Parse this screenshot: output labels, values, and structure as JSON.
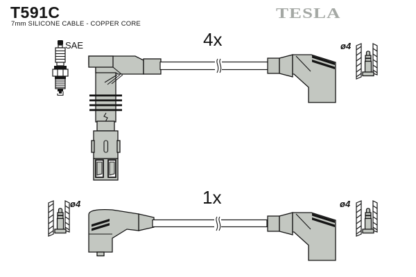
{
  "header": {
    "part_number": "T591C",
    "subtitle": "7mm SILICONE CABLE - COPPER CORE",
    "brand_logo": "TESLA"
  },
  "top_assembly": {
    "quantity": "4x",
    "spark_plug_standard": "SAE",
    "right_terminal_diameter": "ø4"
  },
  "bottom_assembly": {
    "quantity": "1x",
    "left_terminal_diameter": "ø4",
    "right_terminal_diameter": "ø4"
  },
  "icons": [
    "spark-plug-icon",
    "plug-boot-connector-icon",
    "ignition-cable-icon",
    "screw-on-angled-boot-icon",
    "terminal-cross-section-icon"
  ],
  "colors": {
    "background": "#ffffff",
    "connector_fill": "#c3c7c1",
    "brand_gray": "#a4a8a4",
    "outline": "#141414"
  }
}
